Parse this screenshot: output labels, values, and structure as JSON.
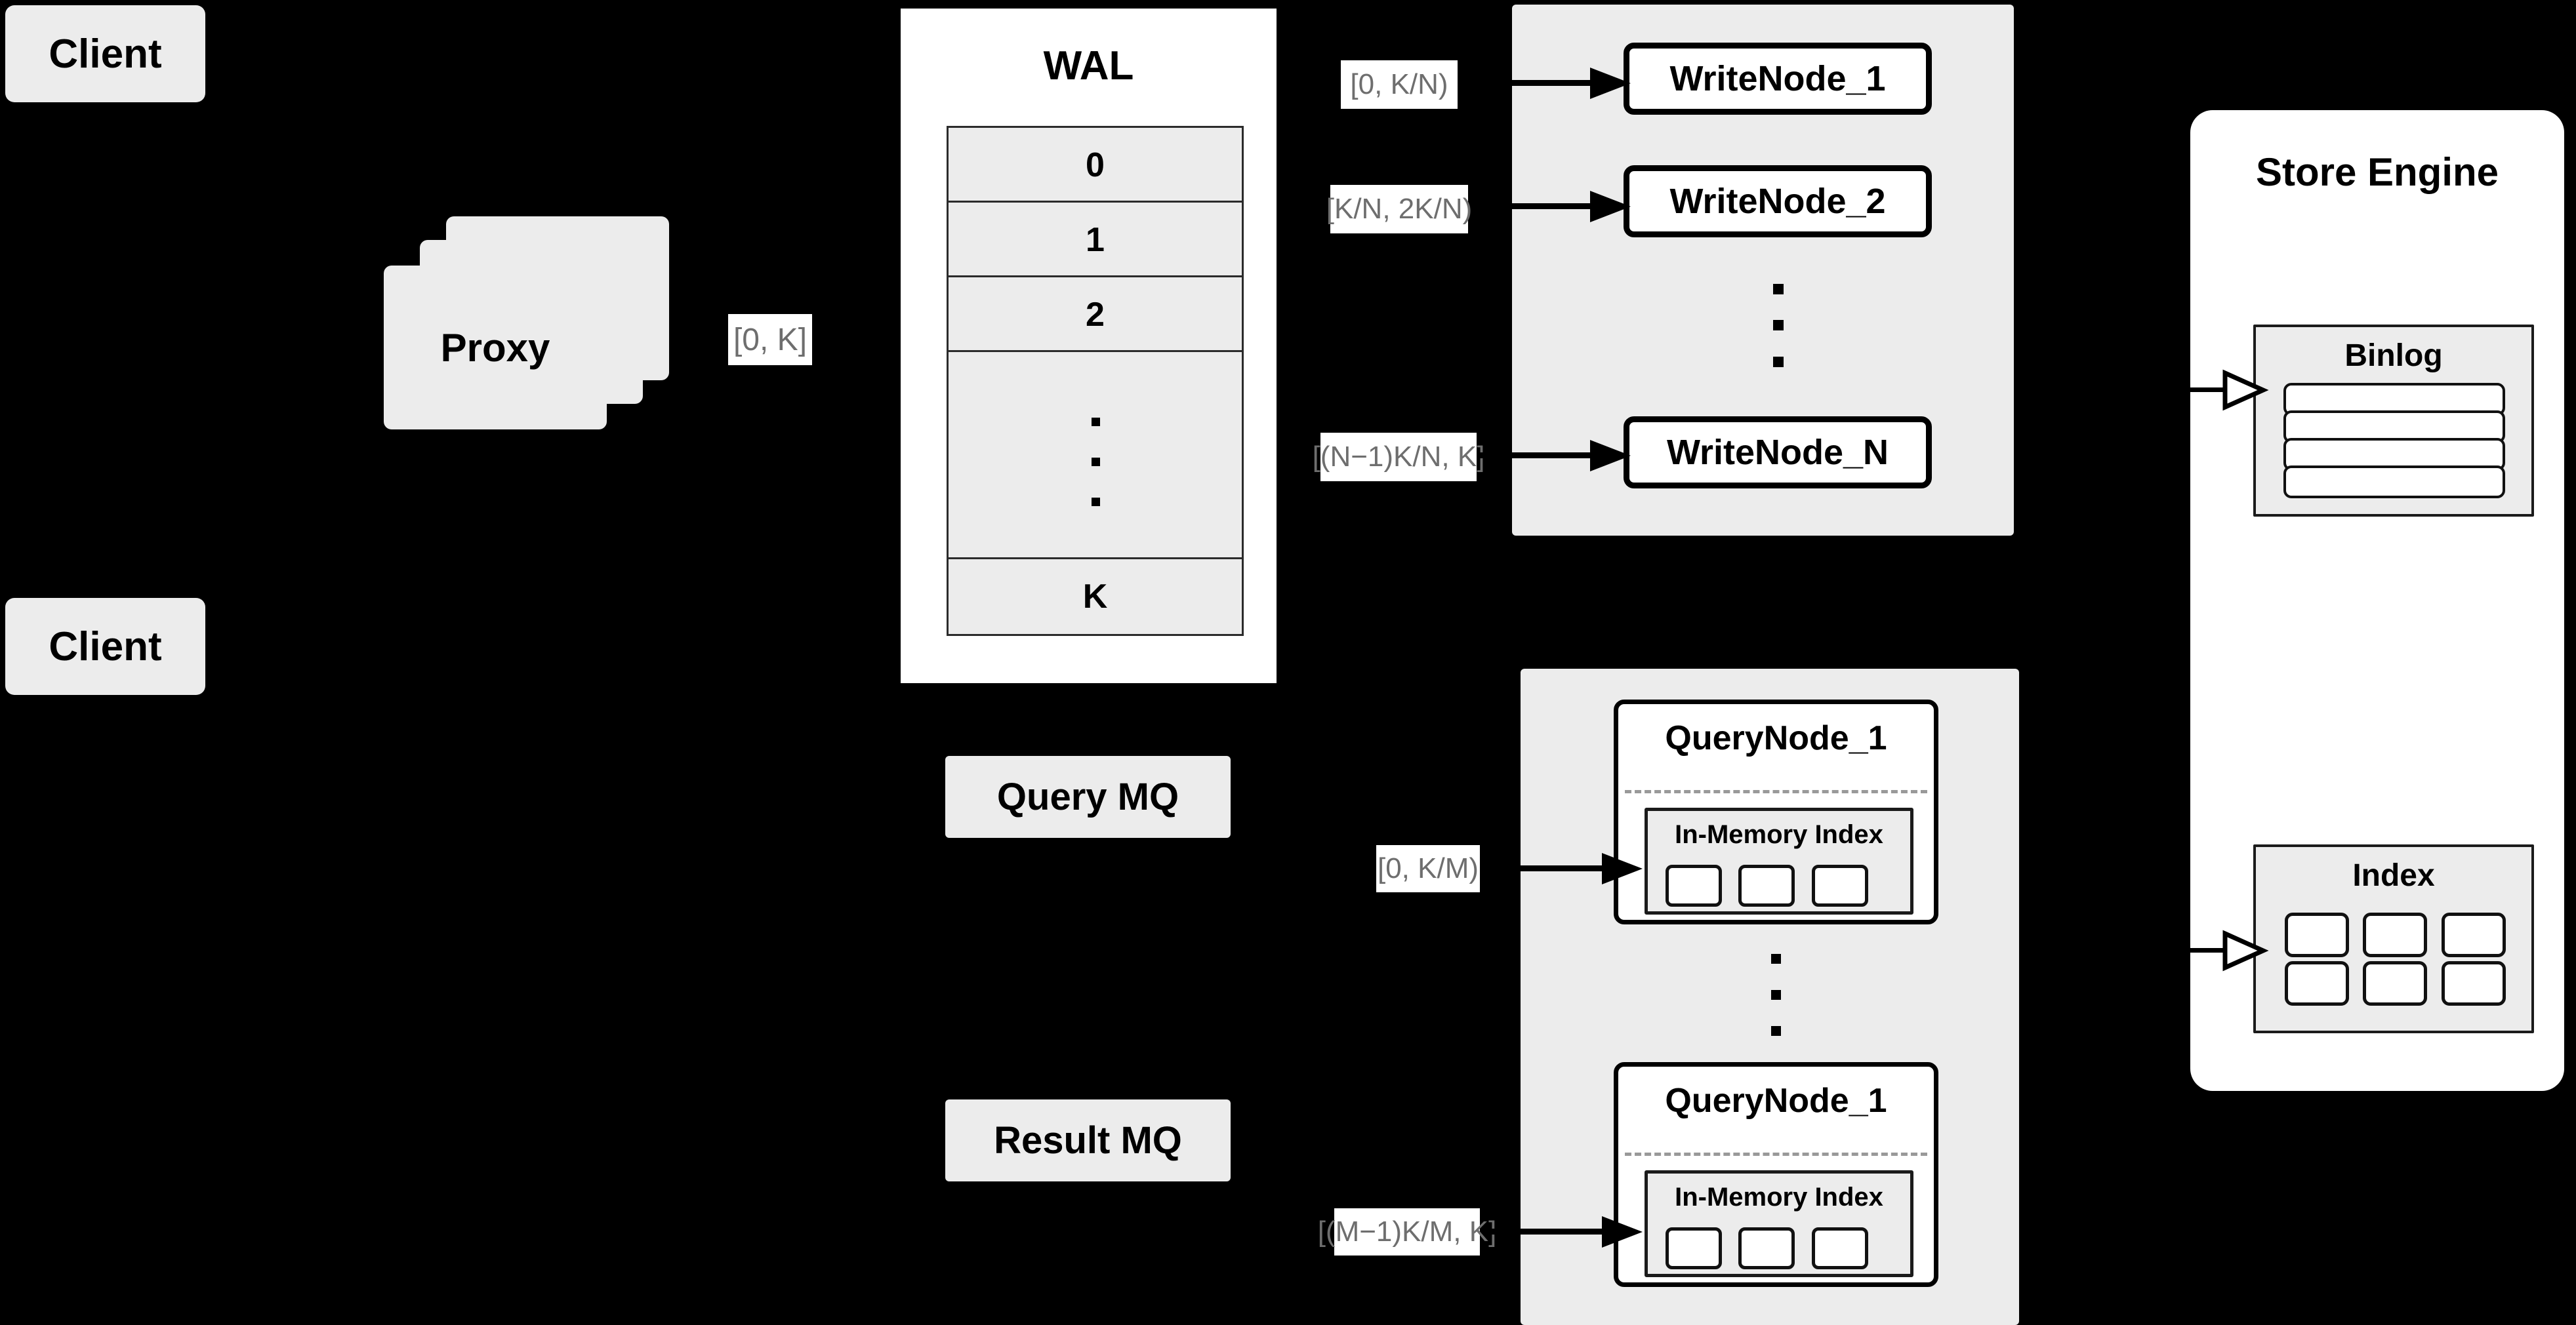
{
  "diagram": {
    "title": "Distributed write/query architecture",
    "colors": {
      "background": "#000000",
      "card_fill": "#ececec",
      "panel_fill": "#ececec",
      "node_fill": "#ffffff",
      "label_text": "#6e6e6e",
      "label_fill": "#ffffff",
      "stroke": "#000000",
      "dashed_divider": "#999999"
    }
  },
  "clients": [
    {
      "label": "Client"
    },
    {
      "label": "Client"
    }
  ],
  "proxy": {
    "label": "Proxy",
    "stack_count": 3
  },
  "proxy_range_label": "[0, K]",
  "wal": {
    "title": "WAL",
    "cells": [
      "0",
      "1",
      "2",
      "",
      "K"
    ],
    "ellipsis_dots": 3
  },
  "query_mq": {
    "label": "Query MQ"
  },
  "result_mq": {
    "label": "Result MQ"
  },
  "write_cluster": {
    "nodes": [
      {
        "label": "WriteNode_1",
        "range": "[0,  K/N)"
      },
      {
        "label": "WriteNode_2",
        "range": "[K/N, 2K/N)"
      },
      {
        "label": "WriteNode_N",
        "range": "[(N−1)K/N,  K]"
      }
    ],
    "ellipsis_dots": 3
  },
  "query_cluster": {
    "nodes": [
      {
        "label": "QueryNode_1",
        "range": "[0, K/M)",
        "in_memory_index": {
          "title": "In-Memory Index",
          "slots": 3
        }
      },
      {
        "label": "QueryNode_1",
        "range": "[(M−1)K/M, K]",
        "in_memory_index": {
          "title": "In-Memory Index",
          "slots": 3
        }
      }
    ],
    "ellipsis_dots": 3
  },
  "store_engine": {
    "title": "Store Engine",
    "binlog": {
      "title": "Binlog",
      "rows": 4
    },
    "index": {
      "title": "Index",
      "cells": 6,
      "columns": 3,
      "rows": 2
    }
  }
}
